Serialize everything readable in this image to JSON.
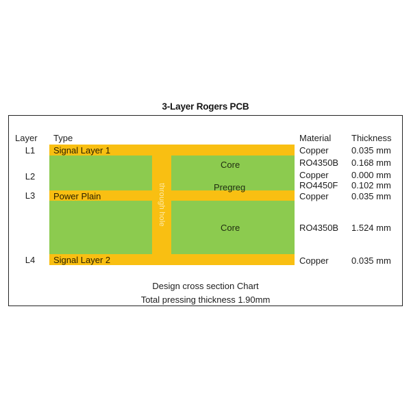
{
  "title": "3-Layer Rogers PCB",
  "columns": {
    "layer": "Layer",
    "type": "Type",
    "material": "Material",
    "thickness": "Thickness"
  },
  "through_hole_label": "through hole",
  "colors": {
    "copper": "#f9bf12",
    "dielectric": "#8ccb4f",
    "background": "#ffffff",
    "frame": "#232323",
    "text": "#1c1c1c"
  },
  "captions": {
    "line1": "Design cross section Chart",
    "line2": "Total pressing thickness 1.90mm"
  },
  "chart_data": {
    "type": "table",
    "title": "3-Layer Rogers PCB",
    "xlabel": "",
    "ylabel": "",
    "columns": [
      "Layer",
      "Type",
      "Material",
      "Thickness"
    ],
    "rows": [
      {
        "layer": "L1",
        "type": "Signal Layer 1",
        "material": "Copper",
        "thickness": "0.035 mm",
        "kind": "copper"
      },
      {
        "layer": "",
        "type": "Core",
        "material": "RO4350B",
        "thickness": "0.168 mm",
        "kind": "dielectric"
      },
      {
        "layer": "L2",
        "type": "",
        "material": "Copper",
        "thickness": "0.000 mm",
        "kind": "copper"
      },
      {
        "layer": "",
        "type": "Pregreg",
        "material": "RO4450F",
        "thickness": "0.102 mm",
        "kind": "dielectric"
      },
      {
        "layer": "L3",
        "type": "Power Plain",
        "material": "Copper",
        "thickness": "0.035 mm",
        "kind": "copper"
      },
      {
        "layer": "",
        "type": "Core",
        "material": "RO4350B",
        "thickness": "1.524 mm",
        "kind": "dielectric"
      },
      {
        "layer": "L4",
        "type": "Signal Layer 2",
        "material": "Copper",
        "thickness": "0.035 mm",
        "kind": "copper"
      }
    ],
    "total_thickness": "1.90mm",
    "notes": "Total pressing thickness 1.90mm"
  },
  "layer_ids": {
    "l1": "L1",
    "l2": "L2",
    "l3": "L3",
    "l4": "L4"
  },
  "bands": {
    "signal_layer_1": "Signal Layer 1",
    "core_top": "Core",
    "pregreg": "Pregreg",
    "power_plain": "Power Plain",
    "core_bottom": "Core",
    "signal_layer_2": "Signal Layer 2"
  },
  "materials": {
    "m1": "Copper",
    "m2": "RO4350B",
    "m3": "Copper",
    "m4": "RO4450F",
    "m5": "Copper",
    "m6": "RO4350B",
    "m7": "Copper"
  },
  "thicknesses": {
    "t1": "0.035 mm",
    "t2": "0.168 mm",
    "t3": "0.000 mm",
    "t4": "0.102 mm",
    "t5": "0.035 mm",
    "t6": "1.524 mm",
    "t7": "0.035 mm"
  }
}
